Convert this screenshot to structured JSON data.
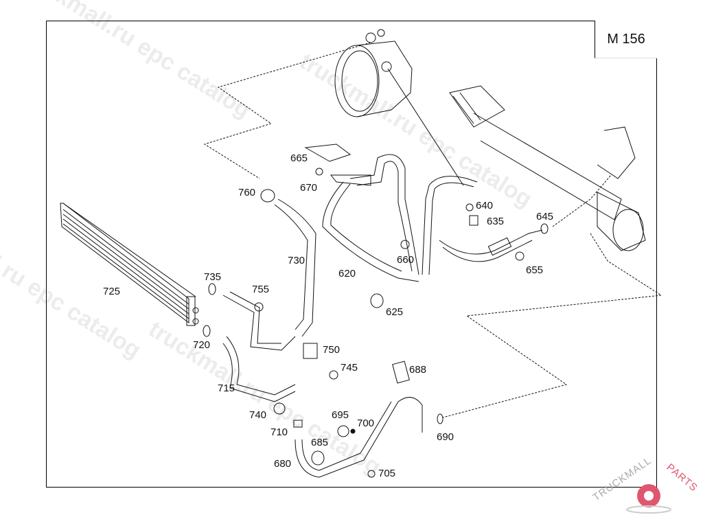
{
  "diagram": {
    "model_code": "M 156",
    "callouts": [
      {
        "id": "620",
        "label": "620"
      },
      {
        "id": "625",
        "label": "625"
      },
      {
        "id": "635",
        "label": "635"
      },
      {
        "id": "640",
        "label": "640"
      },
      {
        "id": "645",
        "label": "645"
      },
      {
        "id": "655",
        "label": "655"
      },
      {
        "id": "660",
        "label": "660"
      },
      {
        "id": "665",
        "label": "665"
      },
      {
        "id": "670",
        "label": "670"
      },
      {
        "id": "680",
        "label": "680"
      },
      {
        "id": "685",
        "label": "685"
      },
      {
        "id": "688",
        "label": "688"
      },
      {
        "id": "690",
        "label": "690"
      },
      {
        "id": "695",
        "label": "695"
      },
      {
        "id": "700",
        "label": "700"
      },
      {
        "id": "705",
        "label": "705"
      },
      {
        "id": "710",
        "label": "710"
      },
      {
        "id": "715",
        "label": "715"
      },
      {
        "id": "720",
        "label": "720"
      },
      {
        "id": "725",
        "label": "725"
      },
      {
        "id": "730",
        "label": "730"
      },
      {
        "id": "735",
        "label": "735"
      },
      {
        "id": "740",
        "label": "740"
      },
      {
        "id": "745",
        "label": "745"
      },
      {
        "id": "750",
        "label": "750"
      },
      {
        "id": "755",
        "label": "755"
      },
      {
        "id": "760",
        "label": "760"
      }
    ]
  },
  "watermarks": [
    "truckmall.ru epc catalog",
    "truckmall.ru epc catalog",
    "truckmall.ru epc catalog",
    "truckmall.ru epc catalog"
  ],
  "logo": {
    "text_main": "TRUCKMALL",
    "text_accent": "PARTS"
  },
  "colors": {
    "line": "#111111",
    "accent": "#e1566f",
    "watermark": "#ececec"
  }
}
